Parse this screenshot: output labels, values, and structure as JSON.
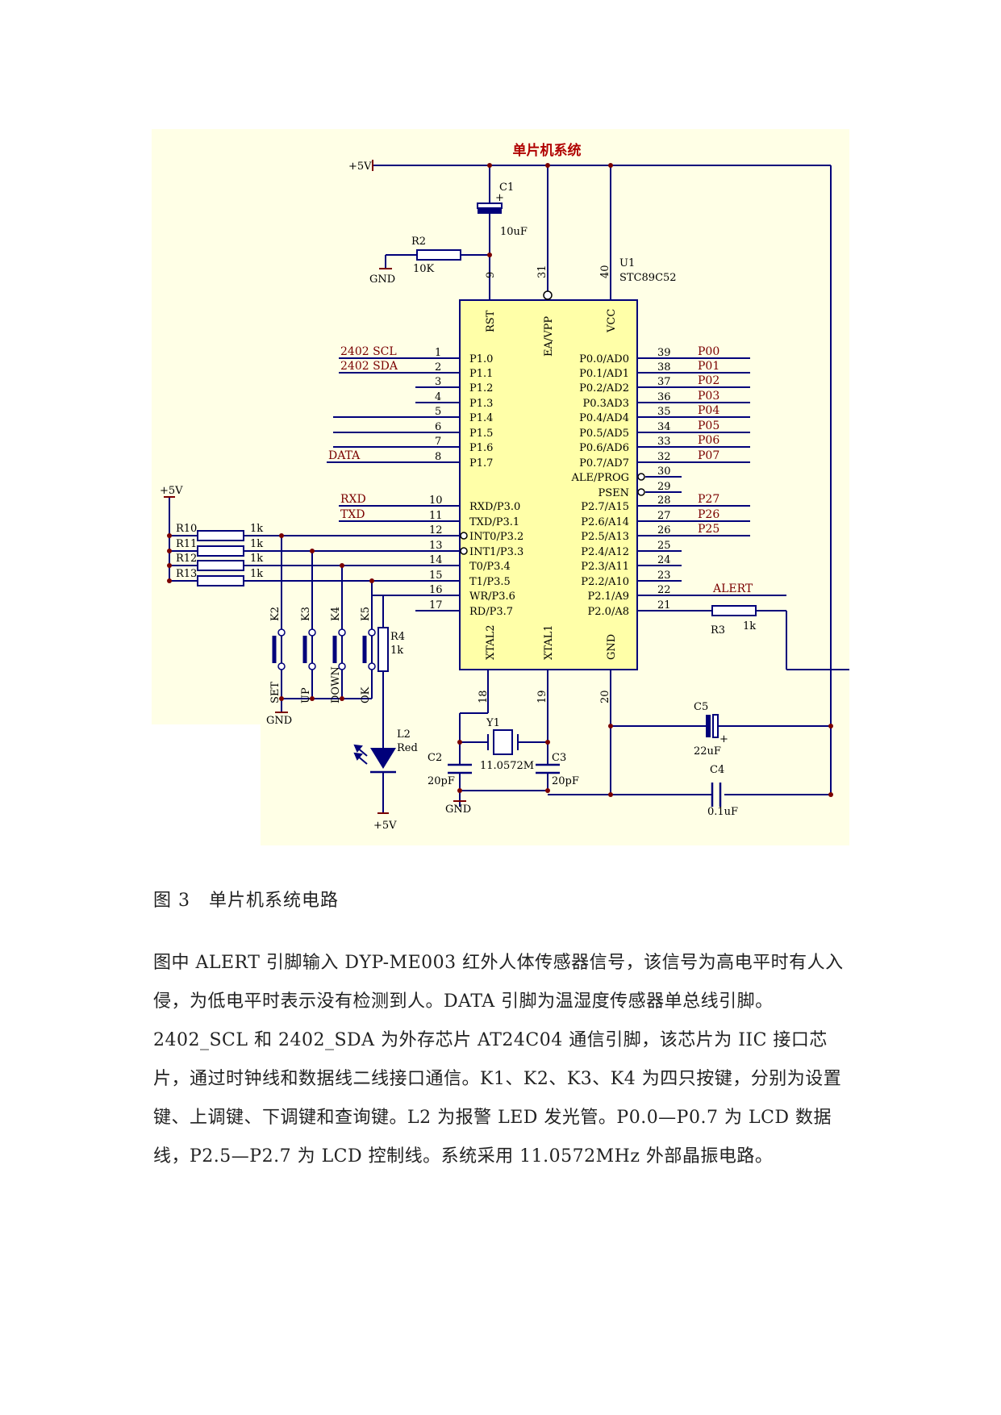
{
  "schematic": {
    "title": "单片机系统",
    "power_label": "+5V",
    "power_label_left": "+5V",
    "power_label_bottom": "+5V",
    "gnd_labels": [
      "GND",
      "GND",
      "GND"
    ],
    "ic": {
      "ref": "U1",
      "part": "STC89C52"
    },
    "top_pins": [
      {
        "name": "RST",
        "num": "9"
      },
      {
        "name": "EA/VPP",
        "num": "31"
      },
      {
        "name": "VCC",
        "num": "40"
      }
    ],
    "bottom_pins": [
      {
        "name": "XTAL2",
        "num": "18"
      },
      {
        "name": "XTAL1",
        "num": "19"
      },
      {
        "name": "GND",
        "num": "20"
      }
    ],
    "left_pins": [
      {
        "name": "P1.0",
        "num": "1",
        "net": "2402 SCL"
      },
      {
        "name": "P1.1",
        "num": "2",
        "net": "2402 SDA"
      },
      {
        "name": "P1.2",
        "num": "3",
        "net": ""
      },
      {
        "name": "P1.3",
        "num": "4",
        "net": ""
      },
      {
        "name": "P1.4",
        "num": "5",
        "net": ""
      },
      {
        "name": "P1.5",
        "num": "6",
        "net": ""
      },
      {
        "name": "P1.6",
        "num": "7",
        "net": ""
      },
      {
        "name": "P1.7",
        "num": "8",
        "net": "DATA"
      },
      {
        "name": "RXD/P3.0",
        "num": "10",
        "net": "RXD"
      },
      {
        "name": "TXD/P3.1",
        "num": "11",
        "net": "TXD"
      },
      {
        "name": "INT0/P3.2",
        "num": "12",
        "net": ""
      },
      {
        "name": "INT1/P3.3",
        "num": "13",
        "net": ""
      },
      {
        "name": "T0/P3.4",
        "num": "14",
        "net": ""
      },
      {
        "name": "T1/P3.5",
        "num": "15",
        "net": ""
      },
      {
        "name": "WR/P3.6",
        "num": "16",
        "net": ""
      },
      {
        "name": "RD/P3.7",
        "num": "17",
        "net": ""
      }
    ],
    "right_pins": [
      {
        "name": "P0.0/AD0",
        "num": "39",
        "net": "P00"
      },
      {
        "name": "P0.1/AD1",
        "num": "38",
        "net": "P01"
      },
      {
        "name": "P0.2/AD2",
        "num": "37",
        "net": "P02"
      },
      {
        "name": "P0.3AD3",
        "num": "36",
        "net": "P03"
      },
      {
        "name": "P0.4/AD4",
        "num": "35",
        "net": "P04"
      },
      {
        "name": "P0.5/AD5",
        "num": "34",
        "net": "P05"
      },
      {
        "name": "P0.6/AD6",
        "num": "33",
        "net": "P06"
      },
      {
        "name": "P0.7/AD7",
        "num": "32",
        "net": "P07"
      },
      {
        "name": "ALE/PROG",
        "num": "30",
        "net": ""
      },
      {
        "name": "PSEN",
        "num": "29",
        "net": ""
      },
      {
        "name": "P2.7/A15",
        "num": "28",
        "net": "P27"
      },
      {
        "name": "P2.6/A14",
        "num": "27",
        "net": "P26"
      },
      {
        "name": "P2.5/A13",
        "num": "26",
        "net": "P25"
      },
      {
        "name": "P2.4/A12",
        "num": "25",
        "net": ""
      },
      {
        "name": "P2.3/A11",
        "num": "24",
        "net": ""
      },
      {
        "name": "P2.2/A10",
        "num": "23",
        "net": ""
      },
      {
        "name": "P2.1/A9",
        "num": "22",
        "net": "ALERT"
      },
      {
        "name": "P2.0/A8",
        "num": "21",
        "net": ""
      }
    ],
    "components": {
      "c1": {
        "ref": "C1",
        "value": "10uF"
      },
      "r2": {
        "ref": "R2",
        "value": "10K"
      },
      "r10": {
        "ref": "R10",
        "value": "1k"
      },
      "r11": {
        "ref": "R11",
        "value": "1k"
      },
      "r12": {
        "ref": "R12",
        "value": "1k"
      },
      "r13": {
        "ref": "R13",
        "value": "1k"
      },
      "r4": {
        "ref": "R4",
        "value": "1k"
      },
      "r3": {
        "ref": "R3",
        "value": "1k"
      },
      "l2": {
        "ref": "L2",
        "value": "Red"
      },
      "y1": {
        "ref": "Y1",
        "value": "11.0572M"
      },
      "c2": {
        "ref": "C2",
        "value": "20pF"
      },
      "c3": {
        "ref": "C3",
        "value": "20pF"
      },
      "c5": {
        "ref": "C5",
        "value": "22uF"
      },
      "c4": {
        "ref": "C4",
        "value": "0.1uF"
      }
    },
    "keys": [
      {
        "ref": "K2",
        "label": "SET"
      },
      {
        "ref": "K3",
        "label": "UP"
      },
      {
        "ref": "K4",
        "label": "DOWN"
      },
      {
        "ref": "K5",
        "label": "OK"
      }
    ]
  },
  "caption": "图 3　单片机系统电路",
  "paragraph": "图中 ALERT 引脚输入 DYP-ME003 红外人体传感器信号，该信号为高电平时有人入侵，为低电平时表示没有检测到人。DATA 引脚为温湿度传感器单总线引脚。2402_SCL 和 2402_SDA 为外存芯片 AT24C04 通信引脚，该芯片为 IIC 接口芯片，通过时钟线和数据线二线接口通信。K1、K2、K3、K4 为四只按键，分别为设置键、上调键、下调键和查询键。L2 为报警 LED 发光管。P0.0—P0.7 为 LCD 数据线，P2.5—P2.7 为 LCD 控制线。系统采用 11.0572MHz 外部晶振电路。"
}
